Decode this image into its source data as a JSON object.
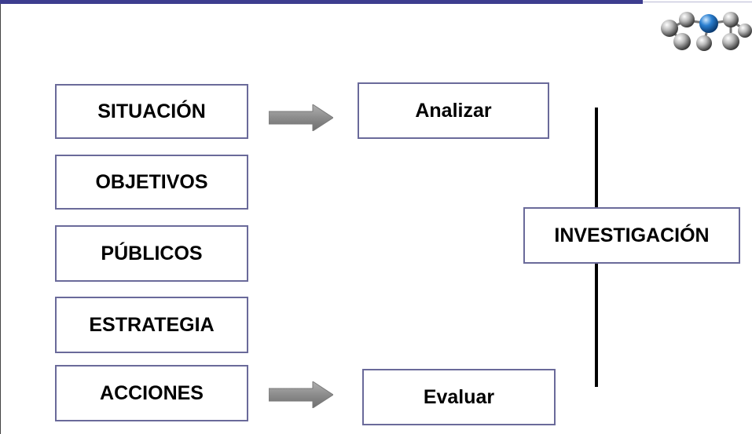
{
  "diagram": {
    "steps": [
      "SITUACIÓN",
      "OBJETIVOS",
      "PÚBLICOS",
      "ESTRATEGIA",
      "ACCIONES"
    ],
    "analyze_label": "Analizar",
    "evaluate_label": "Evaluar",
    "research_label": "INVESTIGACIÓN"
  },
  "colors": {
    "top_bar": "#3d3d8f",
    "box_border": "#6a6a9a",
    "arrow_fill": "#8c8c8c",
    "logo_highlight": "#2a7fd0"
  },
  "icons": {
    "logo": "molecule-spheres-icon",
    "arrow": "right-arrow-icon"
  }
}
